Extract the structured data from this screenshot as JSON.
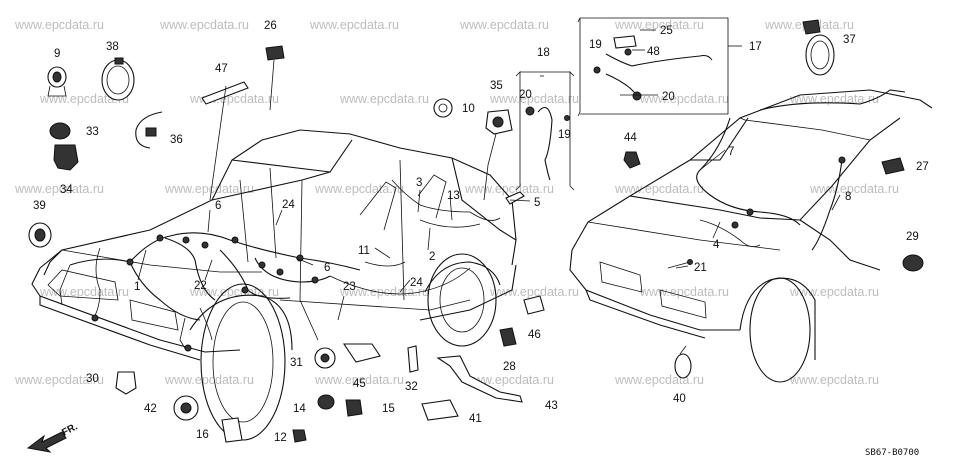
{
  "watermark": "www.epcdata.ru",
  "diagram_code": "SB67-B0700",
  "direction_label": "FR.",
  "callouts": [
    "1",
    "2",
    "3",
    "4",
    "5",
    "6",
    "6",
    "7",
    "8",
    "9",
    "10",
    "11",
    "12",
    "13",
    "14",
    "15",
    "16",
    "17",
    "18",
    "19",
    "19",
    "20",
    "20",
    "21",
    "22",
    "23",
    "24",
    "24",
    "25",
    "26",
    "27",
    "28",
    "29",
    "30",
    "31",
    "32",
    "33",
    "34",
    "35",
    "36",
    "37",
    "38",
    "39",
    "40",
    "41",
    "42",
    "43",
    "44",
    "45",
    "46",
    "47",
    "48"
  ]
}
